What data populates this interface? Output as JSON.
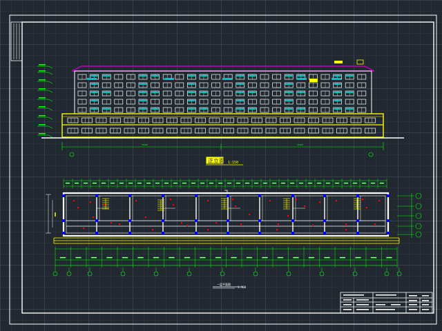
{
  "drawing": {
    "elevation_title": "正立面",
    "elevation_scale": "1:150",
    "plan_title": "一层平面图",
    "plan_scale": "1:100"
  },
  "colors": {
    "background": "#212830",
    "frame": "#ffffff",
    "facade": "#ffffff",
    "roof": "#c000c0",
    "podium": "#ffff00",
    "glazing": "#00c0c0",
    "dimension": "#00ff00",
    "fixture": "#ff0000",
    "column": "#0000ff"
  }
}
